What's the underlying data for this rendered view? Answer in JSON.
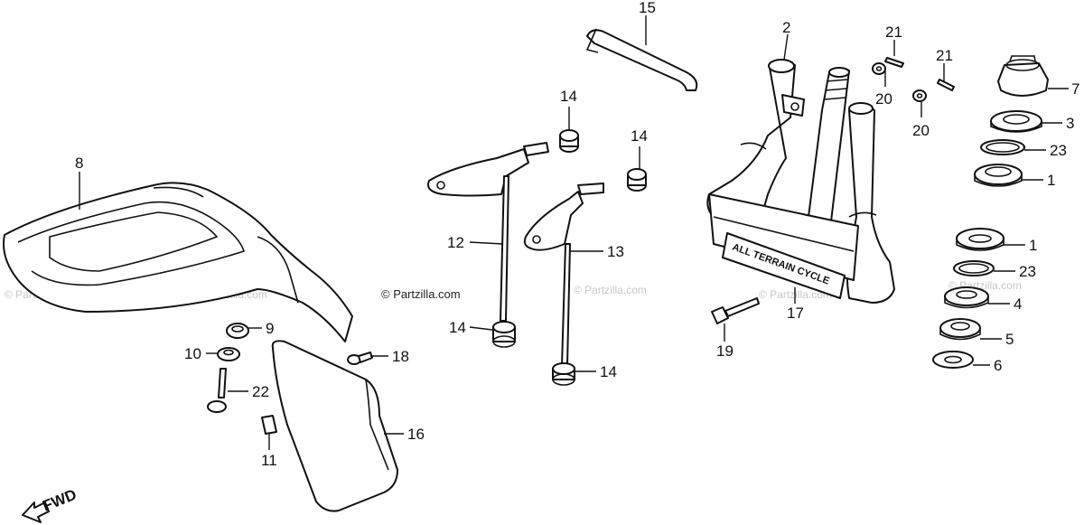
{
  "credit": "© Partzilla.com",
  "watermark": "© Partzilla.com",
  "fwd_label": "FWD",
  "decal_text": "ALL TERRAIN CYCLE",
  "callouts": [
    {
      "id": "c15",
      "label": "15"
    },
    {
      "id": "c2",
      "label": "2"
    },
    {
      "id": "c21a",
      "label": "21"
    },
    {
      "id": "c21b",
      "label": "21"
    },
    {
      "id": "c20a",
      "label": "20"
    },
    {
      "id": "c20b",
      "label": "20"
    },
    {
      "id": "c7",
      "label": "7"
    },
    {
      "id": "c3",
      "label": "3"
    },
    {
      "id": "c23a",
      "label": "23"
    },
    {
      "id": "c1a",
      "label": "1"
    },
    {
      "id": "c1b",
      "label": "1"
    },
    {
      "id": "c23b",
      "label": "23"
    },
    {
      "id": "c4",
      "label": "4"
    },
    {
      "id": "c5",
      "label": "5"
    },
    {
      "id": "c6",
      "label": "6"
    },
    {
      "id": "c14a",
      "label": "14"
    },
    {
      "id": "c14b",
      "label": "14"
    },
    {
      "id": "c14c",
      "label": "14"
    },
    {
      "id": "c14d",
      "label": "14"
    },
    {
      "id": "c12",
      "label": "12"
    },
    {
      "id": "c13",
      "label": "13"
    },
    {
      "id": "c8",
      "label": "8"
    },
    {
      "id": "c9",
      "label": "9"
    },
    {
      "id": "c10",
      "label": "10"
    },
    {
      "id": "c22",
      "label": "22"
    },
    {
      "id": "c11",
      "label": "11"
    },
    {
      "id": "c16",
      "label": "16"
    },
    {
      "id": "c18",
      "label": "18"
    },
    {
      "id": "c17",
      "label": "17"
    },
    {
      "id": "c19",
      "label": "19"
    }
  ]
}
